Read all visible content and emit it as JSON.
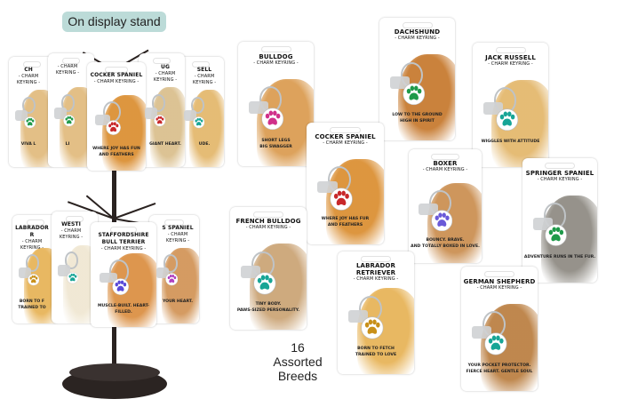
{
  "display_label": "On display stand",
  "count_text": {
    "line1": "16",
    "line2": "Assorted",
    "line3": "Breeds"
  },
  "subtitle": "- CHARM KEYRING -",
  "cards": [
    {
      "name": "BULLDOG",
      "tagline": [
        "SHORT LEGS",
        "BIG SWAGGER"
      ],
      "dog_color": "#d9984a",
      "paw_color": "#d0308a"
    },
    {
      "name": "DACHSHUND",
      "tagline": [
        "LOW TO THE GROUND",
        "HIGH IN SPIRIT"
      ],
      "dog_color": "#c47426",
      "paw_color": "#1f9a4a"
    },
    {
      "name": "JACK RUSSELL",
      "tagline": [
        "WIGGLES WITH ATTITUDE"
      ],
      "dog_color": "#e2b466",
      "paw_color": "#17a596"
    },
    {
      "name": "COCKER SPANIEL",
      "tagline": [
        "WHERE JOY HAS FUR",
        "AND FEATHERS"
      ],
      "dog_color": "#d98a2a",
      "paw_color": "#c8282a"
    },
    {
      "name": "BOXER",
      "tagline": [
        "BOUNCY. BRAVE.",
        "AND TOTALLY BOXED IN LOVE."
      ],
      "dog_color": "#c88a4a",
      "paw_color": "#6a5ad8"
    },
    {
      "name": "SPRINGER SPANIEL",
      "tagline": [
        "ADVENTURE RUNS IN THE FUR."
      ],
      "dog_color": "#8a867e",
      "paw_color": "#1f9a4a"
    },
    {
      "name": "FRENCH BULLDOG",
      "tagline": [
        "TINY BODY.",
        "PAWS-SIZED PERSONALITY."
      ],
      "dog_color": "#c8a070",
      "paw_color": "#17a596"
    },
    {
      "name": "LABRADOR RETRIEVER",
      "tagline": [
        "BORN TO FETCH",
        "TRAINED TO LOVE"
      ],
      "dog_color": "#e6b050",
      "paw_color": "#c8901a"
    },
    {
      "name": "GERMAN SHEPHERD",
      "tagline": [
        "YOUR POCKET PROTECTOR.",
        "FIERCE HEART. GENTLE SOUL"
      ],
      "dog_color": "#b87a3a",
      "paw_color": "#17a596"
    }
  ],
  "stand_cards": [
    {
      "name": "CH",
      "tagline": [
        "VIVA L"
      ],
      "dog_color": "#e0b878",
      "paw_color": "#1f9a4a"
    },
    {
      "name": "",
      "tagline": [
        "LI"
      ],
      "dog_color": "#e0b878",
      "paw_color": "#1f9a4a"
    },
    {
      "name": "SELL",
      "tagline": [
        "UDE."
      ],
      "dog_color": "#e2b466",
      "paw_color": "#17a596"
    },
    {
      "name": "UG",
      "tagline": [
        "GIANT HEART."
      ],
      "dog_color": "#d8bc88",
      "paw_color": "#c8282a"
    },
    {
      "name": "COCKER SPANIEL",
      "tagline": [
        "WHERE JOY HAS FUN",
        "AND FEATHERS"
      ],
      "dog_color": "#d98a2a",
      "paw_color": "#c8282a"
    },
    {
      "name": "WESTI",
      "tagline": [],
      "dog_color": "#efe6d0",
      "paw_color": "#17a596"
    },
    {
      "name": "S SPANIEL",
      "tagline": [
        "YOUR HEART."
      ],
      "dog_color": "#d09050",
      "paw_color": "#b040c0"
    },
    {
      "name": "LABRADOR R",
      "tagline": [
        "BORN TO F",
        "TRAINED TO"
      ],
      "dog_color": "#e6b050",
      "paw_color": "#c8901a"
    },
    {
      "name": "STAFFORDSHIRE BULL TERRIER",
      "tagline": [
        "MUSCLE-BUILT. HEART-FILLED."
      ],
      "dog_color": "#d98a3a",
      "paw_color": "#5a4ad8"
    }
  ]
}
